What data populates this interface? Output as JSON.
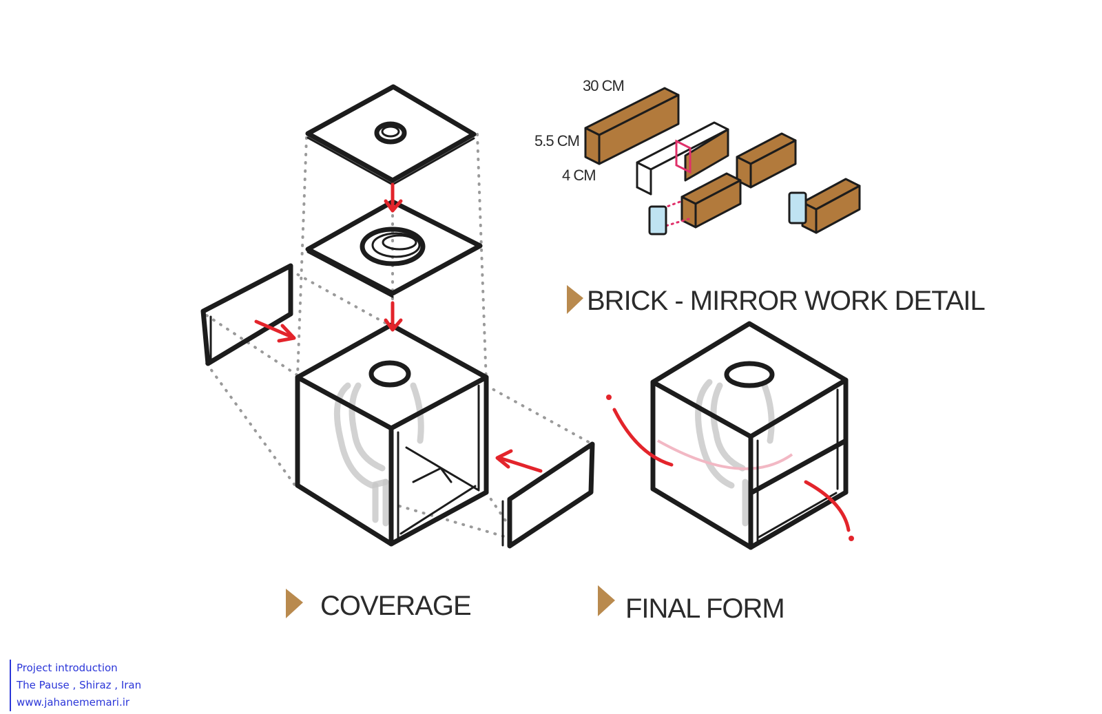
{
  "labels": {
    "brick_detail_title": "BRICK  - MIRROR  WORK DETAIL",
    "coverage": "COVERAGE",
    "final_form": "FINAL  FORM"
  },
  "dimensions": {
    "length": "30 CM",
    "height": "5.5 CM",
    "width": "4 CM"
  },
  "credits": {
    "line1": "Project introduction",
    "line2": "The Pause , Shiraz , Iran",
    "line3": "www.jahanememari.ir"
  },
  "colors": {
    "accent_marker": "#b98a4e",
    "arrow_red": "#e3242b",
    "brick": "#b27a3c",
    "mirror": "#bfe3f2",
    "credits_text": "#2a35d8"
  }
}
